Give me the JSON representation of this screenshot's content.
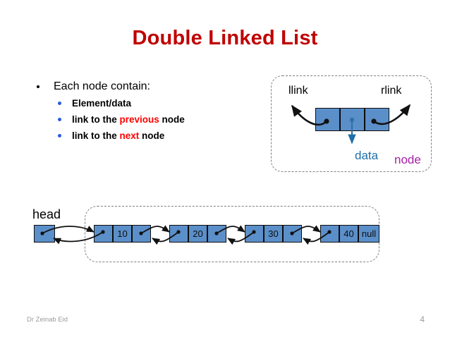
{
  "slide": {
    "title": "Double Linked List",
    "title_color": "#C00000"
  },
  "bullets": {
    "level1": "Each node contain:",
    "level2": [
      {
        "pre": "Element/data",
        "highlight": "",
        "post": ""
      },
      {
        "pre": "link to the ",
        "highlight": "previous",
        "post": " node"
      },
      {
        "pre": "link to the ",
        "highlight": "next",
        "post": " node"
      }
    ],
    "highlight_color": "#FF0000"
  },
  "node_figure": {
    "llink_label": "llink",
    "rlink_label": "rlink",
    "data_label": "data",
    "data_label_color": "#1F6FA8",
    "node_label": "node",
    "node_label_color": "#A521A5",
    "cell_fill": "#5B8FC9",
    "cells": [
      "",
      "",
      ""
    ]
  },
  "list_figure": {
    "head_label": "head",
    "nodes": [
      {
        "prev": "",
        "value": "10",
        "next": ""
      },
      {
        "prev": "",
        "value": "20",
        "next": ""
      },
      {
        "prev": "",
        "value": "30",
        "next": ""
      },
      {
        "prev": "",
        "value": "40",
        "next": "null"
      }
    ],
    "terminator": "null"
  },
  "footer": {
    "author": "Dr Zeinab Eid",
    "page": "4"
  }
}
